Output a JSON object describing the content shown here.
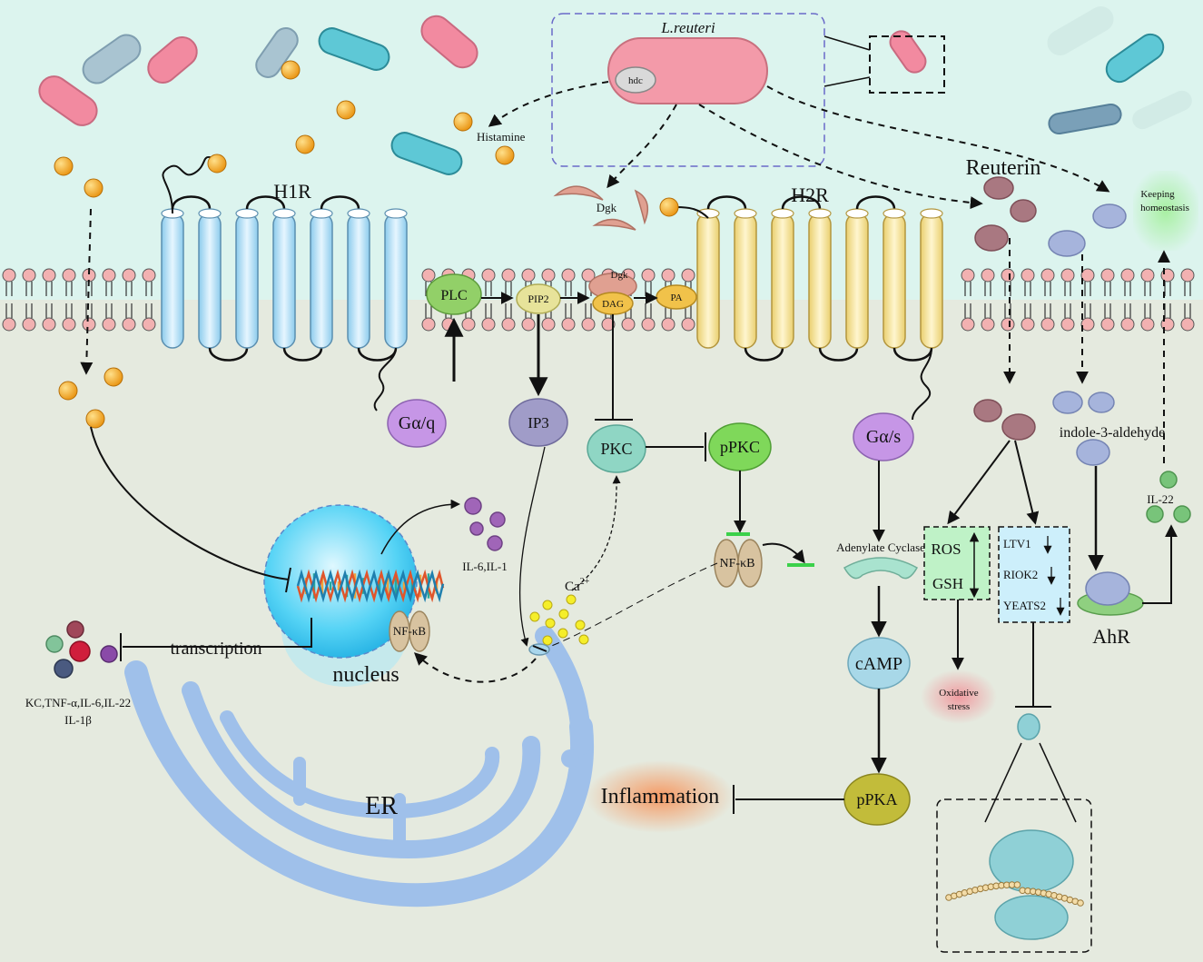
{
  "labels": {
    "l_reuteri": "L.reuteri",
    "hdc": "hdc",
    "histamine": "Histamine",
    "dgk_top": "Dgk",
    "dgk_membrane": "Dgk",
    "h1r": "H1R",
    "h2r": "H2R",
    "reuterin": "Reuterin",
    "keeping_homeostasis_1": "Keeping",
    "keeping_homeostasis_2": "homeostasis",
    "plc": "PLC",
    "pip2": "PIP2",
    "dag": "DAG",
    "pa": "PA",
    "ga_q": "Gα/q",
    "ip3": "IP3",
    "pkc": "PKC",
    "ppkc": "pPKC",
    "ga_s": "Gα/s",
    "indole": "indole-3-aldehyde",
    "il22_right": "IL-22",
    "nfkb_cyto": "NF-κB",
    "nfkb_nucleus": "NF-κB",
    "adenylate_cyclase": "Adenylate Cyclase",
    "ros": "ROS",
    "gsh": "GSH",
    "ltv1": "LTV1",
    "riok2": "RIOK2",
    "yeats2": "YEATS2",
    "ahr": "AhR",
    "il6_il1": "IL-6,IL-1",
    "ca": "Ca",
    "ca_sup": "2+",
    "transcription": "transcription",
    "nucleus": "nucleus",
    "cytokines_1": "KC,TNF-α,IL-6,IL-22",
    "cytokines_2": "IL-1β",
    "camp": "cAMP",
    "oxidative_1": "Oxidative",
    "oxidative_2": "stress",
    "inflammation": "Inflammation",
    "ppka": "pPKA",
    "er": "ER"
  },
  "colors": {
    "extracellular": "#ddf5ef",
    "cytoplasm": "#e6ebdf",
    "h1r_helix": "#bfe3f6",
    "h2r_helix": "#f6e6a6",
    "histamine": "#f3a825",
    "reuteri_body": "#f39aa9",
    "plc": "#92d068",
    "ga": "#c696e6",
    "ip3": "#9c98c8",
    "pkc": "#8fd6c4",
    "ppkc": "#7fd85a",
    "camp": "#a8d8e8",
    "ppka": "#c2bc3a",
    "reuterin": "#a8747e",
    "indole": "#a6b4dc",
    "il22": "#78c47a",
    "nucleus": "#55d3f5",
    "er": "#9ec0ea",
    "inflammation": "#f4a272",
    "oxidative": "#f2aeb0",
    "homeostasis": "#9ee69a"
  }
}
